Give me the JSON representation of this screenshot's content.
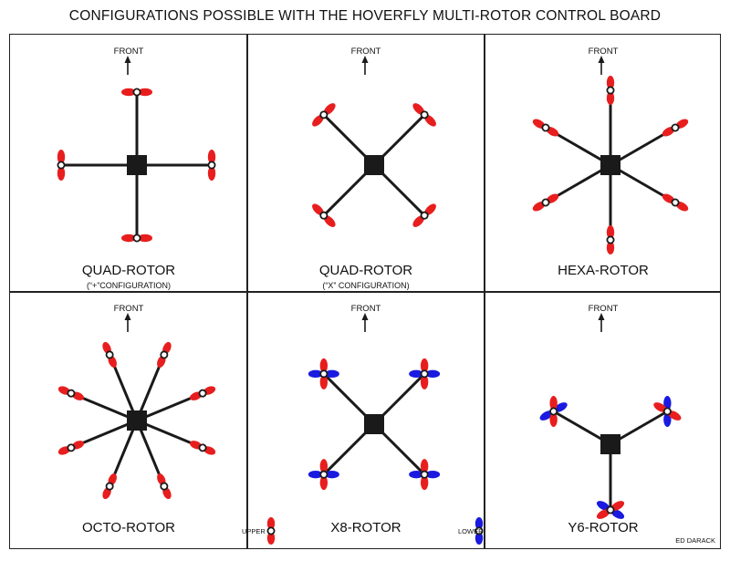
{
  "title": "CONFIGURATIONS POSSIBLE WITH THE HOVERFLY MULTI-ROTOR CONTROL BOARD",
  "front_label": "FRONT",
  "colors": {
    "upper_rotor": "#e81e1e",
    "lower_rotor": "#1a1ae0",
    "frame": "#1a1a1a"
  },
  "panels": [
    {
      "label": "QUAD-ROTOR",
      "sublabel": "(“+”CONFIGURATION)"
    },
    {
      "label": "QUAD-ROTOR",
      "sublabel": "(“X” CONFIGURATION)"
    },
    {
      "label": "HEXA-ROTOR",
      "sublabel": ""
    },
    {
      "label": "OCTO-ROTOR",
      "sublabel": ""
    },
    {
      "label": "X8-ROTOR",
      "sublabel": ""
    },
    {
      "label": "Y6-ROTOR",
      "sublabel": ""
    }
  ],
  "legend": {
    "upper": "UPPER",
    "lower": "LOWER"
  },
  "credit": "ED DARACK"
}
